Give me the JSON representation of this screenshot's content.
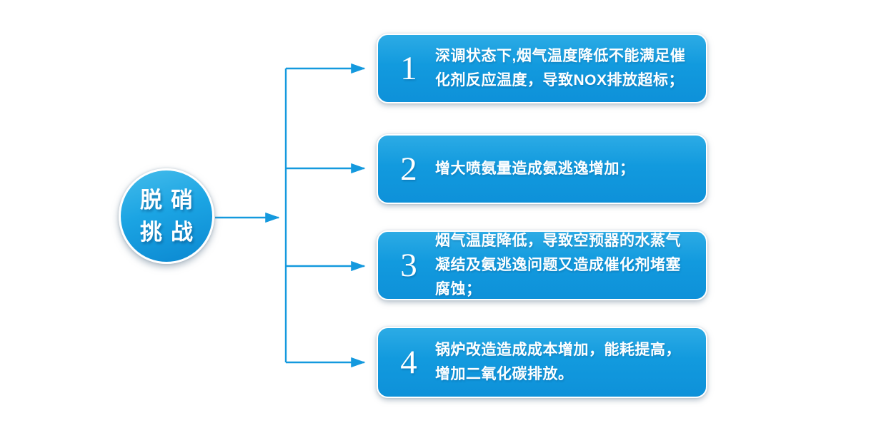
{
  "colors": {
    "accent_blue": "#1499DE",
    "box_gradient_top": "#2CABE5",
    "box_gradient_bottom": "#0E91D9",
    "circle_gradient_top": "#44BCEB",
    "circle_gradient_bottom": "#0B88D1",
    "text": "#FFFFFF"
  },
  "diagram": {
    "root": {
      "line1": "脱硝",
      "line2": "挑战"
    },
    "items": [
      {
        "number": "1",
        "text": "深调状态下,烟气温度降低不能满足催化剂反应温度，导致NOX排放超标；"
      },
      {
        "number": "2",
        "text": "增大喷氨量造成氨逃逸增加；"
      },
      {
        "number": "3",
        "text": "烟气温度降低，导致空预器的水蒸气凝结及氨逃逸问题又造成催化剂堵塞腐蚀；"
      },
      {
        "number": "4",
        "text": "锅炉改造造成成本增加，能耗提高，增加二氧化碳排放。"
      }
    ]
  }
}
